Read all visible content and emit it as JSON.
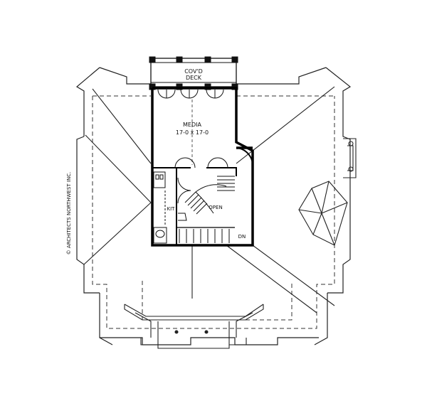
{
  "plan": {
    "labels": {
      "deck_line1": "COV'D",
      "deck_line2": "DECK",
      "media_title": "MEDIA",
      "media_dims": "17-0 x 17-0",
      "kitchen": "KIT",
      "open": "OPEN",
      "down": "DN",
      "copyright": "© ARCHITECTS NORTHWEST INC."
    }
  }
}
